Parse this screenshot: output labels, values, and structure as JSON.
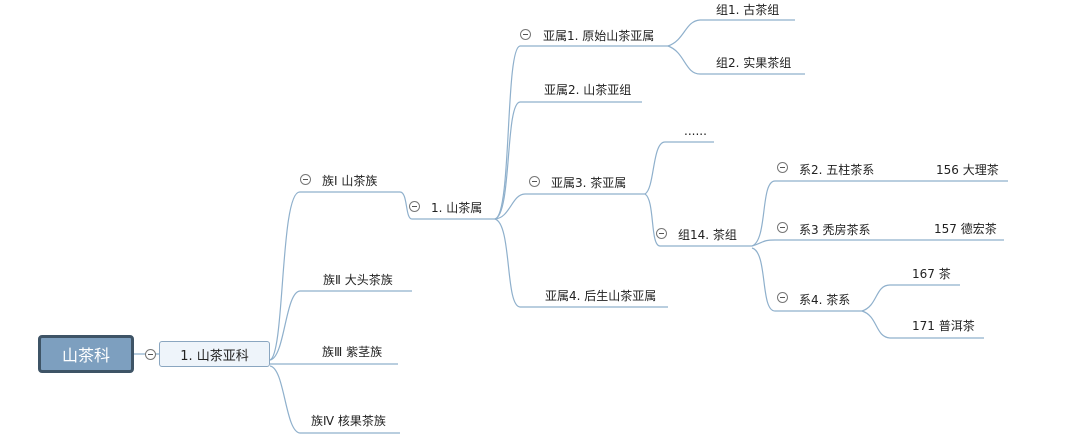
{
  "root": "山茶科",
  "subfamily": "1. 山茶亚科",
  "tribes": {
    "t1": "族Ⅰ  山茶族",
    "t2": "族Ⅱ  大头茶族",
    "t3": "族Ⅲ  紫茎族",
    "t4": "族Ⅳ  核果茶族"
  },
  "genus": "1. 山茶属",
  "subgenera": {
    "s1": "亚属1. 原始山茶亚属",
    "s2": "亚属2. 山茶亚组",
    "s3": "亚属3. 茶亚属",
    "s4": "亚属4. 后生山茶亚属"
  },
  "sections": {
    "g1": "组1. 古茶组",
    "g2": "组2. 实果茶组",
    "ellipsis": "......",
    "g14": "组14. 茶组"
  },
  "series": {
    "x2": "系2. 五柱茶系",
    "x3": "系3  秃房茶系",
    "x4": "系4. 茶系"
  },
  "species": {
    "sp156": "156 大理茶",
    "sp157": "157  德宏茶",
    "sp167": "167  茶",
    "sp171": "171  普洱茶"
  }
}
